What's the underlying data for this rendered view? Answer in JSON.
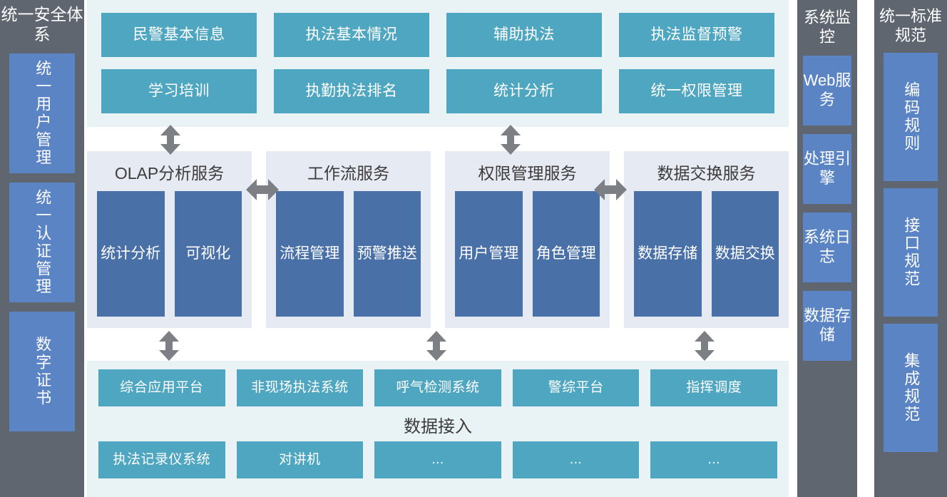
{
  "colors": {
    "teal_box": "#4ea6c0",
    "navy_box": "#4a70a8",
    "sidebar_gray": "#5f6670",
    "sidebar_item_blue": "#5b84c4",
    "band_light_blue": "#e9f2f5",
    "panel_light": "#e6eaf2",
    "arrow_gray": "#7c8084"
  },
  "left_column": {
    "title": "统一安全体系",
    "items": [
      {
        "label": "统一用户管理"
      },
      {
        "label": "统一认证管理"
      },
      {
        "label": "数字证书"
      }
    ]
  },
  "monitor_column": {
    "title": "系统监控",
    "items": [
      {
        "label": "Web服务"
      },
      {
        "label": "处理引擎"
      },
      {
        "label": "系统日志"
      },
      {
        "label": "数据存储"
      }
    ]
  },
  "standard_column": {
    "title": "统一标准规范",
    "items": [
      {
        "label": "编码规则"
      },
      {
        "label": "接口规范"
      },
      {
        "label": "集成规范"
      }
    ]
  },
  "application_layer": {
    "items": [
      {
        "label": "民警基本信息"
      },
      {
        "label": "执法基本情况"
      },
      {
        "label": "辅助执法"
      },
      {
        "label": "执法监督预警"
      },
      {
        "label": "学习培训"
      },
      {
        "label": "执勤执法排名"
      },
      {
        "label": "统计分析"
      },
      {
        "label": "统一权限管理"
      }
    ]
  },
  "service_layer": {
    "panels": [
      {
        "title": "OLAP分析服务",
        "boxes": [
          {
            "label": "统计分析"
          },
          {
            "label": "可视化"
          }
        ]
      },
      {
        "title": "工作流服务",
        "boxes": [
          {
            "label": "流程管理"
          },
          {
            "label": "预警推送"
          }
        ]
      },
      {
        "title": "权限管理服务",
        "boxes": [
          {
            "label": "用户管理"
          },
          {
            "label": "角色管理"
          }
        ]
      },
      {
        "title": "数据交换服务",
        "boxes": [
          {
            "label": "数据存储"
          },
          {
            "label": "数据交换"
          }
        ]
      }
    ]
  },
  "data_layer": {
    "caption": "数据接入",
    "row_top": [
      {
        "label": "综合应用平台"
      },
      {
        "label": "非现场执法系统"
      },
      {
        "label": "呼气检测系统"
      },
      {
        "label": "警综平台"
      },
      {
        "label": "指挥调度"
      }
    ],
    "row_bottom": [
      {
        "label": "执法记录仪系统"
      },
      {
        "label": "对讲机"
      },
      {
        "label": "..."
      },
      {
        "label": "..."
      },
      {
        "label": "..."
      }
    ]
  }
}
